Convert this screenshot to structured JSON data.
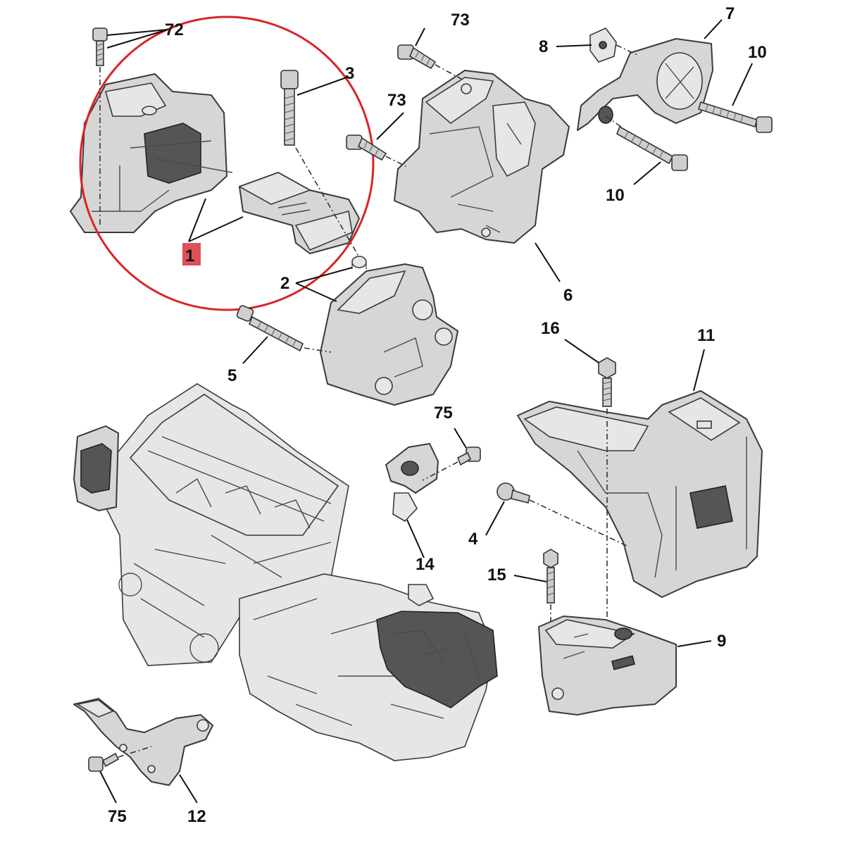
{
  "diagram": {
    "highlight_color": "#d9242a",
    "highlight_badge_color": "#e0505a",
    "labels": {
      "p1": "1",
      "p2": "2",
      "p3": "3",
      "p4": "4",
      "p5": "5",
      "p6": "6",
      "p7": "7",
      "p8": "8",
      "p9": "9",
      "p10a": "10",
      "p10b": "10",
      "p11": "11",
      "p12": "12",
      "p14": "14",
      "p15": "15",
      "p16": "16",
      "p72": "72",
      "p73a": "73",
      "p73b": "73",
      "p75a": "75",
      "p75b": "75"
    }
  }
}
